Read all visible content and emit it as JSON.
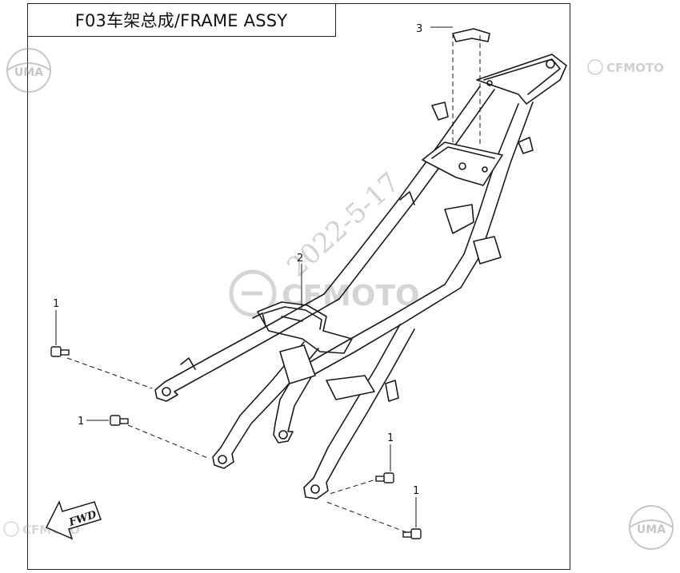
{
  "title": "F03车架总成/FRAME ASSY",
  "callouts": {
    "c1a": "1",
    "c1b": "1",
    "c1c": "1",
    "c1d": "1",
    "c2": "2",
    "c3": "3"
  },
  "watermarks": {
    "brand_top_right": "CFMOTO",
    "brand_center": "CFMOTO",
    "brand_bottom_left": "CFMOTO",
    "date_stamp": "2022-5-17",
    "uma_top_left": "UMA",
    "uma_bottom_right": "UMA"
  },
  "fwd_label": "FWD",
  "colors": {
    "line": "#1a1a1a",
    "watermark": "#b8b8b8"
  }
}
